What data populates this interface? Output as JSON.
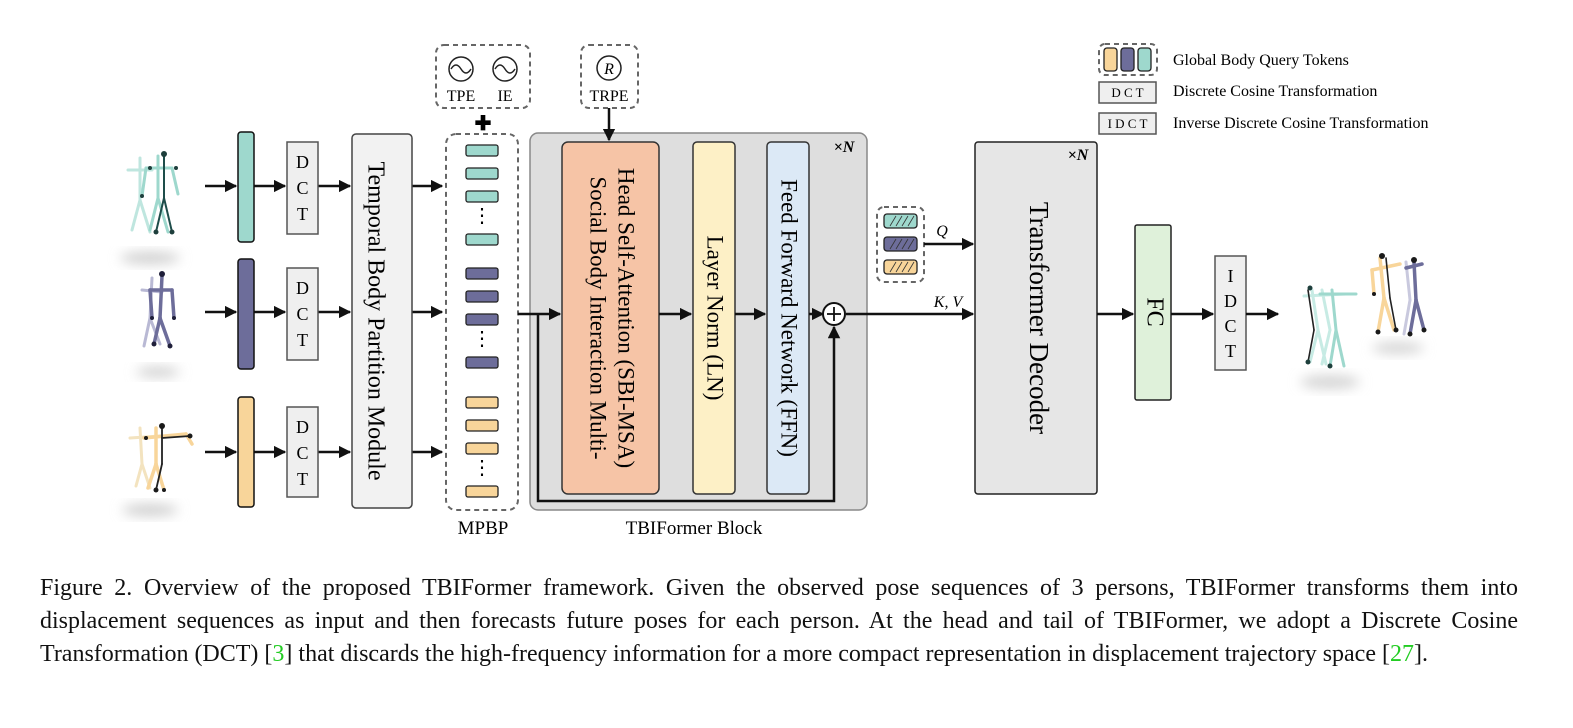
{
  "diagram": {
    "dct_letters": [
      "D",
      "C",
      "T"
    ],
    "idct_letters": [
      "I",
      "D",
      "C",
      "T"
    ],
    "tbpm_label": "Temporal Body Partition Module",
    "tpe_label": "TPE",
    "ie_label": "IE",
    "trpe_symbol": "R",
    "trpe_label": "TRPE",
    "plus_symbol": "✚",
    "dots": "⋮",
    "mpbp_label": "MPBP",
    "block_label": "TBIFormer Block",
    "repeat_label": "×N",
    "sbi_msa_line1": "Social Body Interaction Multi-",
    "sbi_msa_line2": "Head Self-Attention (SBI-MSA)",
    "ln_label": "Layer Norm (LN)",
    "ffn_label": "Feed Forward Network (FFN)",
    "q_label": "Q",
    "kv_label": "K, V",
    "decoder_label": "Transformer Decoder",
    "decoder_repeat": "×N",
    "fc_label": "FC",
    "legend": {
      "query_tokens": "Global Body Query Tokens",
      "dct_box": "D C T",
      "dct_text": "Discrete Cosine Transformation",
      "idct_box": "I D C T",
      "idct_text": "Inverse Discrete Cosine Transformation"
    },
    "colors": {
      "teal": "#9ed8cd",
      "navy": "#6d6d9a",
      "orange": "#f8d59a",
      "sbi": "#f6c4a6",
      "ln": "#fdf0c6",
      "ffn": "#dce9f6",
      "fc": "#dff1da",
      "block_bg": "#dedede",
      "decoder_bg": "#e6e6e6"
    }
  },
  "caption": {
    "part1": "Figure 2.  Overview of the proposed TBIFormer framework.  Given the observed pose sequences of 3 persons, TBIFormer transforms them into displacement sequences as input and then forecasts future poses for each person. At the head and tail of TBIFormer, we adopt a Discrete Cosine Transformation (DCT) [",
    "cite1": "3",
    "part2": "] that discards the high-frequency information for a more compact representation in displacement trajectory space [",
    "cite2": "27",
    "part3": "]."
  }
}
